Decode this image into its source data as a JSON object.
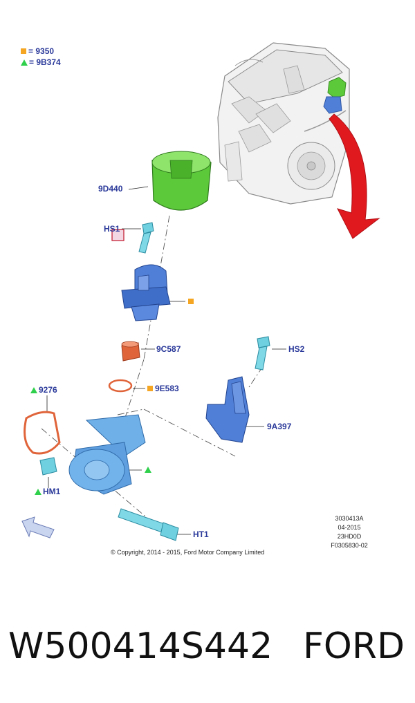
{
  "legend": [
    {
      "symbol": "orange-square",
      "text": "= 9350"
    },
    {
      "symbol": "green-triangle",
      "text": "= 9B374"
    }
  ],
  "parts": {
    "9D440": "9D440",
    "HS1": "HS1",
    "9C587": "9C587",
    "HS2": "HS2",
    "9276": "9276",
    "9E583": "9E583",
    "9A397": "9A397",
    "HM1": "HM1",
    "HT1": "HT1"
  },
  "meta": {
    "line1": "3030413A",
    "line2": "04-2015",
    "line3": "23HD0D",
    "line4": "F0305830-02"
  },
  "copyright": "© Copyright, 2014 - 2015, Ford Motor Company Limited",
  "caption": {
    "part_number": "W500414S442",
    "brand": "FORD"
  },
  "colors": {
    "label_blue": "#2b3a9a",
    "part_blue": "#4f7fd6",
    "part_cyan": "#6fd0df",
    "part_green": "#5cc93a",
    "part_orange": "#e0643a",
    "legend_orange": "#f5a623",
    "legend_green": "#2fd04b",
    "arrow_red": "#e0191f"
  }
}
